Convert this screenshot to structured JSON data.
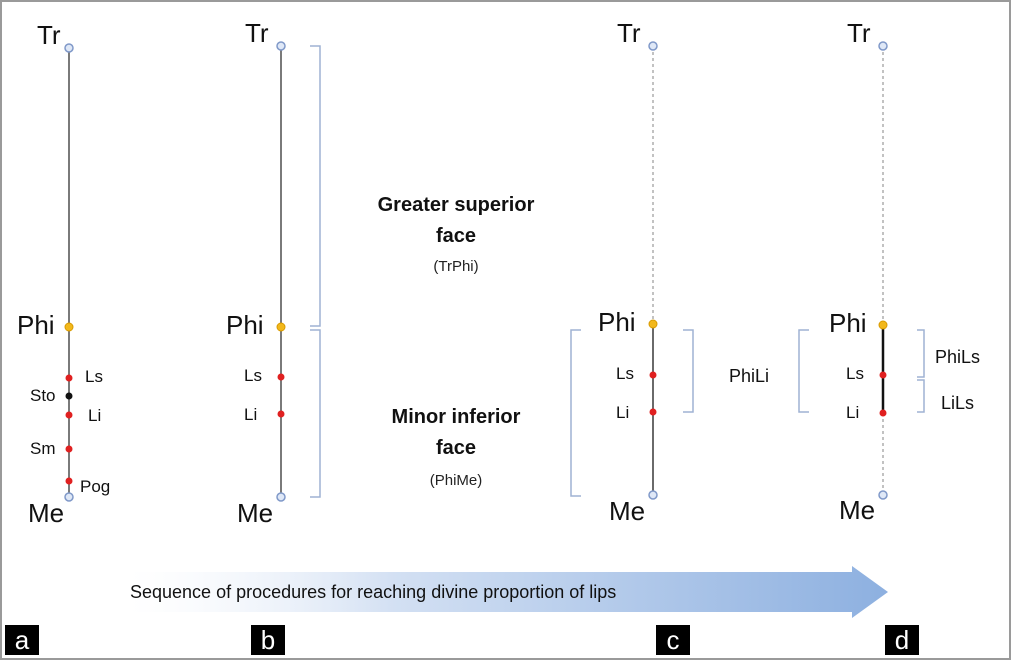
{
  "landmarks": {
    "tr": "Tr",
    "phi": "Phi",
    "me": "Me",
    "ls": "Ls",
    "li": "Li",
    "sto": "Sto",
    "sm": "Sm",
    "pog": "Pog"
  },
  "regions": {
    "greater_title_line1": "Greater superior",
    "greater_title_line2": "face",
    "greater_sub": "(TrPhi)",
    "minor_title_line1": "Minor inferior",
    "minor_title_line2": "face",
    "minor_sub": "(PhiMe)"
  },
  "segments": {
    "phili": "PhiLi",
    "phils": "PhiLs",
    "lils": "LiLs"
  },
  "arrow_caption": "Sequence of procedures for reaching divine proportion of lips",
  "panels": [
    "a",
    "b",
    "c",
    "d"
  ],
  "colors": {
    "endpoint": "#8fa8d8",
    "phi": "#f2b81c",
    "lip": "#e02020",
    "sto": "#111111",
    "bracket": "#9fb2d4",
    "arrow": "#a9c1e6"
  }
}
